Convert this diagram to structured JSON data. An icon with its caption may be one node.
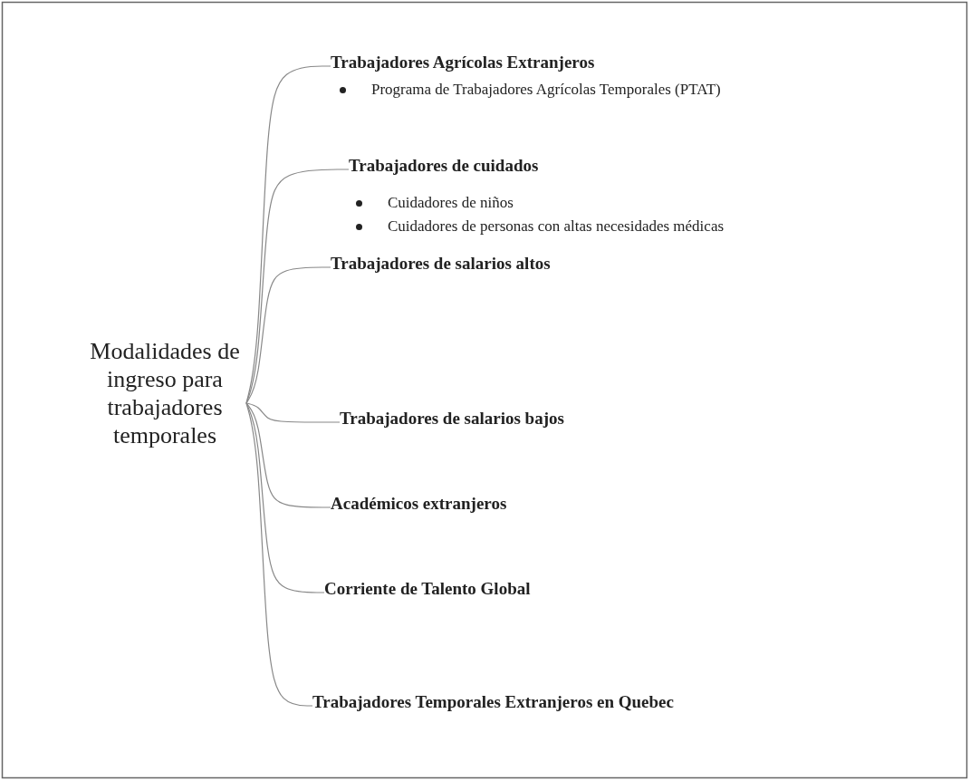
{
  "diagram": {
    "nodes": [
      {
        "text": [
          "Modalidades de ingreso para trabajadores temporales"
        ]
      },
      {
        "text": [
          "Trabajadores Agrícolas Extranjeros",
          "Programa de Trabajadores Agrícolas Temporales (PTAT)"
        ]
      },
      {
        "text": [
          "Trabajadores de cuidados",
          "Cuidadores de niños",
          "Cuidadores de personas con altas necesidades médicas"
        ]
      },
      {
        "text": [
          "Trabajadores de salarios altos"
        ]
      },
      {
        "text": [
          "Trabajadores de salarios bajos"
        ]
      },
      {
        "text": [
          "Académicos extranjeros"
        ]
      },
      {
        "text": [
          "Corriente de Talento Global"
        ]
      },
      {
        "text": [
          "Trabajadores Temporales Extranjeros en Quebec"
        ]
      }
    ],
    "edges": [
      {
        "from": 0,
        "to": 1,
        "arrow": "none"
      },
      {
        "from": 0,
        "to": 2,
        "arrow": "none"
      },
      {
        "from": 0,
        "to": 3,
        "arrow": "none"
      },
      {
        "from": 0,
        "to": 4,
        "arrow": "none"
      },
      {
        "from": 0,
        "to": 5,
        "arrow": "none"
      },
      {
        "from": 0,
        "to": 6,
        "arrow": "none"
      },
      {
        "from": 0,
        "to": 7,
        "arrow": "none"
      }
    ]
  }
}
